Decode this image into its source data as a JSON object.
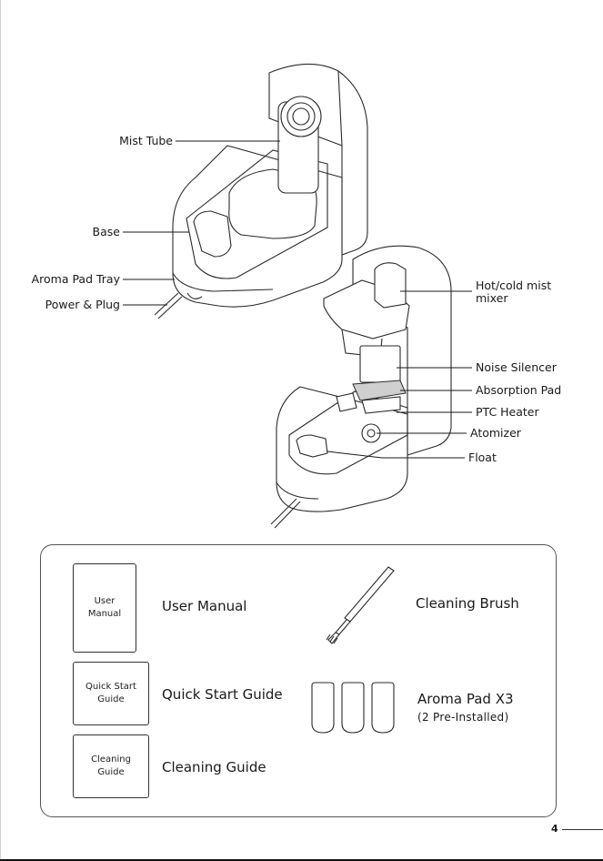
{
  "diagram": {
    "labels": {
      "mist_tube": "Mist Tube",
      "base": "Base",
      "aroma_pad_tray": "Aroma Pad Tray",
      "power_plug": "Power & Plug",
      "mist_mixer_line1": "Hot/cold mist",
      "mist_mixer_line2": "mixer",
      "noise_silencer": "Noise Silencer",
      "absorption_pad": "Absorption Pad",
      "ptc_heater": "PTC Heater",
      "atomizer": "Atomizer",
      "float": "Float"
    }
  },
  "contents": {
    "user_manual": {
      "booklet_line1": "User",
      "booklet_line2": "Manual",
      "label": "User Manual"
    },
    "quick_start": {
      "booklet_line1": "Quick Start",
      "booklet_line2": "Guide",
      "label": "Quick Start Guide"
    },
    "cleaning_guide": {
      "booklet_line1": "Cleaning",
      "booklet_line2": "Guide",
      "label": "Cleaning Guide"
    },
    "cleaning_brush": {
      "label": "Cleaning Brush"
    },
    "aroma_pads": {
      "label": "Aroma Pad X3",
      "sub": "(2 Pre-Installed)"
    }
  },
  "page_number": "4"
}
